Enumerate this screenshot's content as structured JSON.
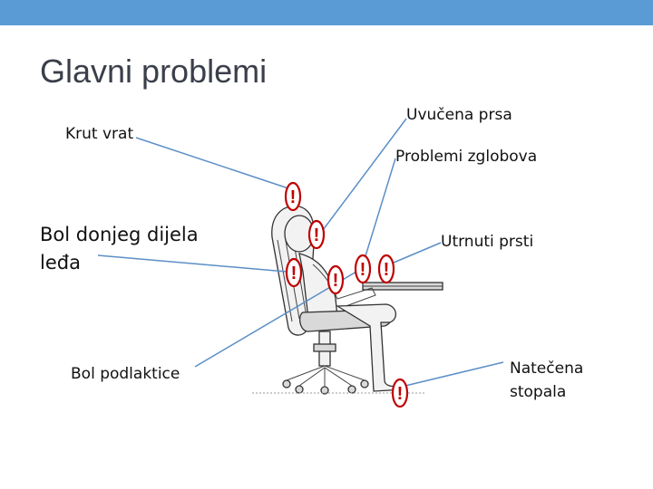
{
  "slide": {
    "title": "Glavni problemi"
  },
  "labels": {
    "krut_vrat": "Krut vrat",
    "bol_donjeg_line1": "Bol donjeg dijela",
    "bol_donjeg_line2": "leđa",
    "bol_podlaktice": "Bol podlaktice",
    "uvucena_prsa": "Uvučena prsa",
    "problemi_zglobova": "Problemi zglobova",
    "utrnuti_prsti": "Utrnuti prsti",
    "natecena_line1": "Natečena",
    "natecena_line2": "stopala"
  },
  "marker": {
    "symbol": "!",
    "color": "#c00000"
  },
  "colors": {
    "top_bar": "#5b9bd5",
    "leader_lines": "#5b8fc7",
    "title_text": "#3a3f4a"
  }
}
